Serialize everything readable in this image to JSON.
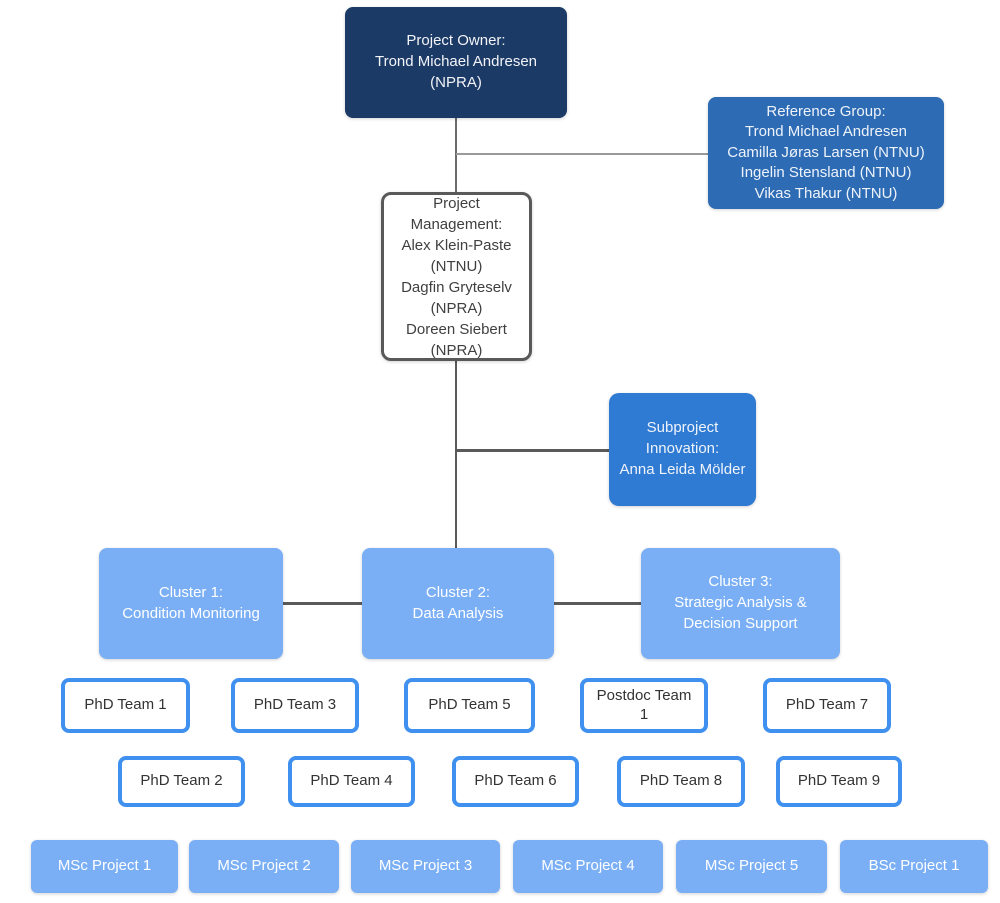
{
  "diagram": {
    "project_owner": "Project Owner:\nTrond Michael Andresen\n(NPRA)",
    "reference_group": "Reference Group:\nTrond Michael Andresen\nCamilla Jøras Larsen (NTNU)\nIngelin Stensland (NTNU)\nVikas Thakur (NTNU)",
    "project_management": "Project\nManagement:\nAlex Klein-Paste\n(NTNU)\nDagfin Gryteselv\n(NPRA)\nDoreen Siebert\n(NPRA)",
    "subproject_innovation": "Subproject\nInnovation:\nAnna Leida Mölder",
    "clusters": [
      "Cluster 1:\nCondition Monitoring",
      "Cluster 2:\nData Analysis",
      "Cluster 3:\nStrategic Analysis &\nDecision Support"
    ],
    "teams_row1": [
      "PhD Team 1",
      "PhD Team 3",
      "PhD Team 5",
      "Postdoc Team\n1",
      "PhD Team 7"
    ],
    "teams_row2": [
      "PhD Team 2",
      "PhD Team 4",
      "PhD Team 6",
      "PhD Team 8",
      "PhD Team 9"
    ],
    "bottom_projects": [
      "MSc Project 1",
      "MSc Project 2",
      "MSc Project 3",
      "MSc Project 4",
      "MSc Project 5",
      "BSc Project 1"
    ],
    "colors": {
      "owner_bg": "#1c3a66",
      "reference_bg": "#2d6bb4",
      "subproject_bg": "#2f7ad2",
      "cluster_bg": "#7aaff5",
      "team_border": "#4090f0",
      "management_border": "#595959",
      "connector_dark": "#5a5a5a",
      "connector_light": "#9a9a9a"
    }
  }
}
